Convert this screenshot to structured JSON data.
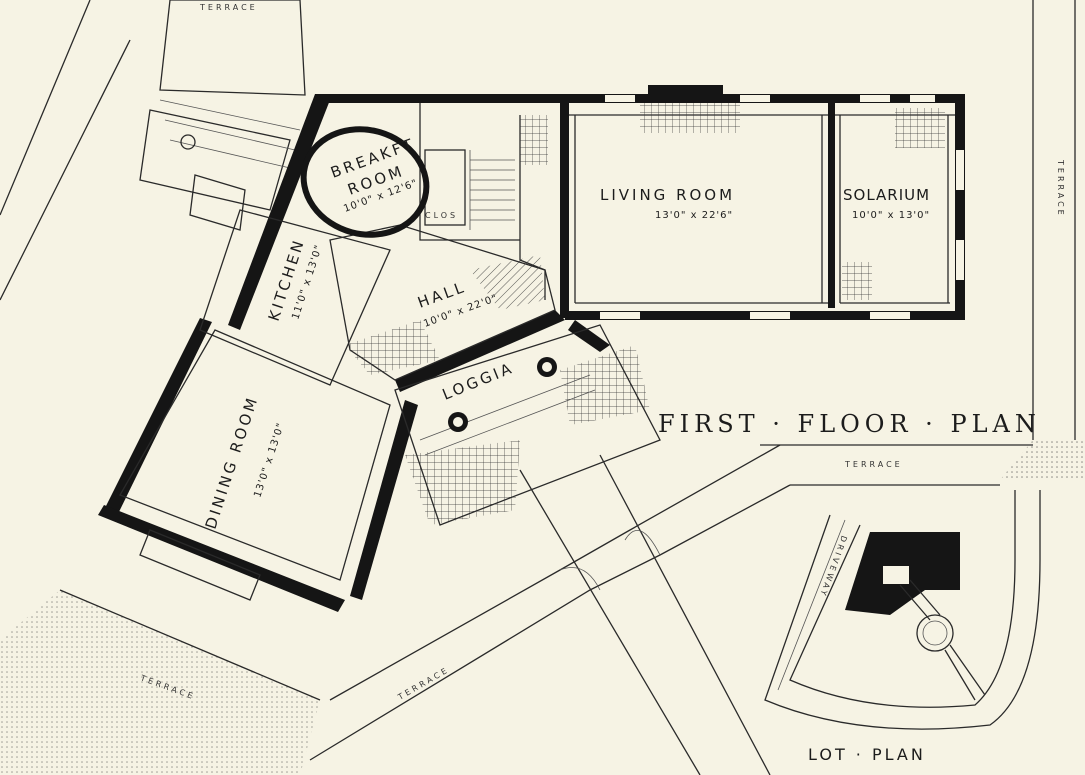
{
  "drawing_title": "FIRST · FLOOR · PLAN",
  "lot_plan_title": "LOT · PLAN",
  "terrace_label": "TERRACE",
  "driveway_label": "DRIVEWAY",
  "closet_label": "CLOS",
  "rooms": {
    "breakfast": {
      "name": "BREAKFT ROOM",
      "line1": "BREAKFT",
      "line2": "ROOM",
      "dims": "10'0\" x 12'6\""
    },
    "living": {
      "name": "LIVING ROOM",
      "dims": "13'0\" x 22'6\""
    },
    "solarium": {
      "name": "SOLARIUM",
      "dims": "10'0\" x 13'0\""
    },
    "kitchen": {
      "name": "KITCHEN",
      "dims": "11'0\" x 13'0\""
    },
    "hall": {
      "name": "HALL",
      "dims": "10'0\" x 22'0\""
    },
    "loggia": {
      "name": "LOGGIA",
      "dims": ""
    },
    "dining": {
      "name": "DINING ROOM",
      "dims": "13'0\" x 13'0\""
    }
  }
}
